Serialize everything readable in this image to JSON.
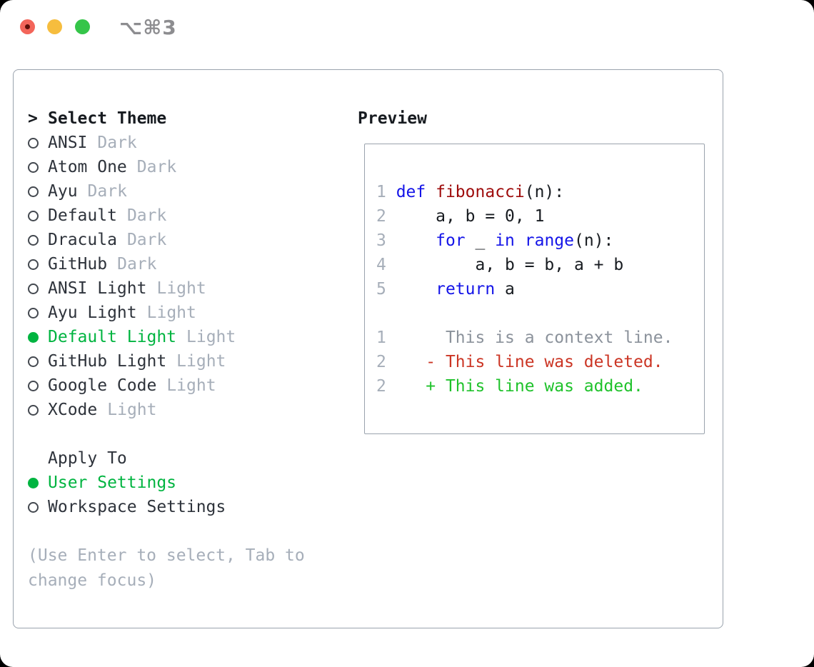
{
  "window": {
    "shortcut": "⌥⌘3"
  },
  "colors": {
    "accent_green": "#00b440",
    "diff_add": "#1fc22b",
    "diff_del": "#cb3524",
    "kw_blue": "#1414e8",
    "fn_red": "#9e0b0b",
    "text_dark": "#2e333b",
    "heading_dark": "#171b20",
    "text_gray": "#a6aeb9",
    "ctx_gray": "#8b929b",
    "lnum_gray": "#a6aeb9",
    "border_gray": "#9aa3ad",
    "close_red": "#f3655a",
    "close_dot": "#5e0f08",
    "minimize_yellow": "#f6bd3e",
    "zoom_green": "#35c549",
    "shortcut_gray": "#8d8d90"
  },
  "theme_picker": {
    "prompt": ">",
    "title": "Select Theme",
    "themes": [
      {
        "name": "ANSI",
        "variant": "Dark",
        "selected": false
      },
      {
        "name": "Atom One",
        "variant": "Dark",
        "selected": false
      },
      {
        "name": "Ayu",
        "variant": "Dark",
        "selected": false
      },
      {
        "name": "Default",
        "variant": "Dark",
        "selected": false
      },
      {
        "name": "Dracula",
        "variant": "Dark",
        "selected": false
      },
      {
        "name": "GitHub",
        "variant": "Dark",
        "selected": false
      },
      {
        "name": "ANSI Light",
        "variant": "Light",
        "selected": false
      },
      {
        "name": "Ayu Light",
        "variant": "Light",
        "selected": false
      },
      {
        "name": "Default Light",
        "variant": "Light",
        "selected": true
      },
      {
        "name": "GitHub Light",
        "variant": "Light",
        "selected": false
      },
      {
        "name": "Google Code",
        "variant": "Light",
        "selected": false
      },
      {
        "name": "XCode",
        "variant": "Light",
        "selected": false
      }
    ],
    "apply_to": {
      "title": "Apply To",
      "options": [
        {
          "name": "User Settings",
          "selected": true
        },
        {
          "name": "Workspace Settings",
          "selected": false
        }
      ]
    },
    "hint": "(Use Enter to select, Tab to change focus)"
  },
  "preview": {
    "title": "Preview",
    "code_lines": [
      {
        "num": "1",
        "tokens": [
          {
            "t": "def",
            "c": "kw"
          },
          {
            "t": " ",
            "c": "plain"
          },
          {
            "t": "fibonacci",
            "c": "fn"
          },
          {
            "t": "(n):",
            "c": "plain"
          }
        ]
      },
      {
        "num": "2",
        "tokens": [
          {
            "t": "    a, b = 0, 1",
            "c": "plain"
          }
        ]
      },
      {
        "num": "3",
        "tokens": [
          {
            "t": "    ",
            "c": "plain"
          },
          {
            "t": "for",
            "c": "kw"
          },
          {
            "t": " _ ",
            "c": "plain"
          },
          {
            "t": "in",
            "c": "kw"
          },
          {
            "t": " ",
            "c": "plain"
          },
          {
            "t": "range",
            "c": "kw"
          },
          {
            "t": "(n):",
            "c": "plain"
          }
        ]
      },
      {
        "num": "4",
        "tokens": [
          {
            "t": "        a, b = b, a + b",
            "c": "plain"
          }
        ]
      },
      {
        "num": "5",
        "tokens": [
          {
            "t": "    ",
            "c": "plain"
          },
          {
            "t": "return",
            "c": "kw"
          },
          {
            "t": " a",
            "c": "plain"
          }
        ]
      }
    ],
    "diff_lines": [
      {
        "num": "1",
        "tokens": [
          {
            "t": "     This is a context line.",
            "c": "ctx"
          }
        ]
      },
      {
        "num": "2",
        "tokens": [
          {
            "t": "   - This line was deleted.",
            "c": "del"
          }
        ]
      },
      {
        "num": "2",
        "tokens": [
          {
            "t": "   + This line was added.",
            "c": "add"
          }
        ]
      }
    ]
  }
}
